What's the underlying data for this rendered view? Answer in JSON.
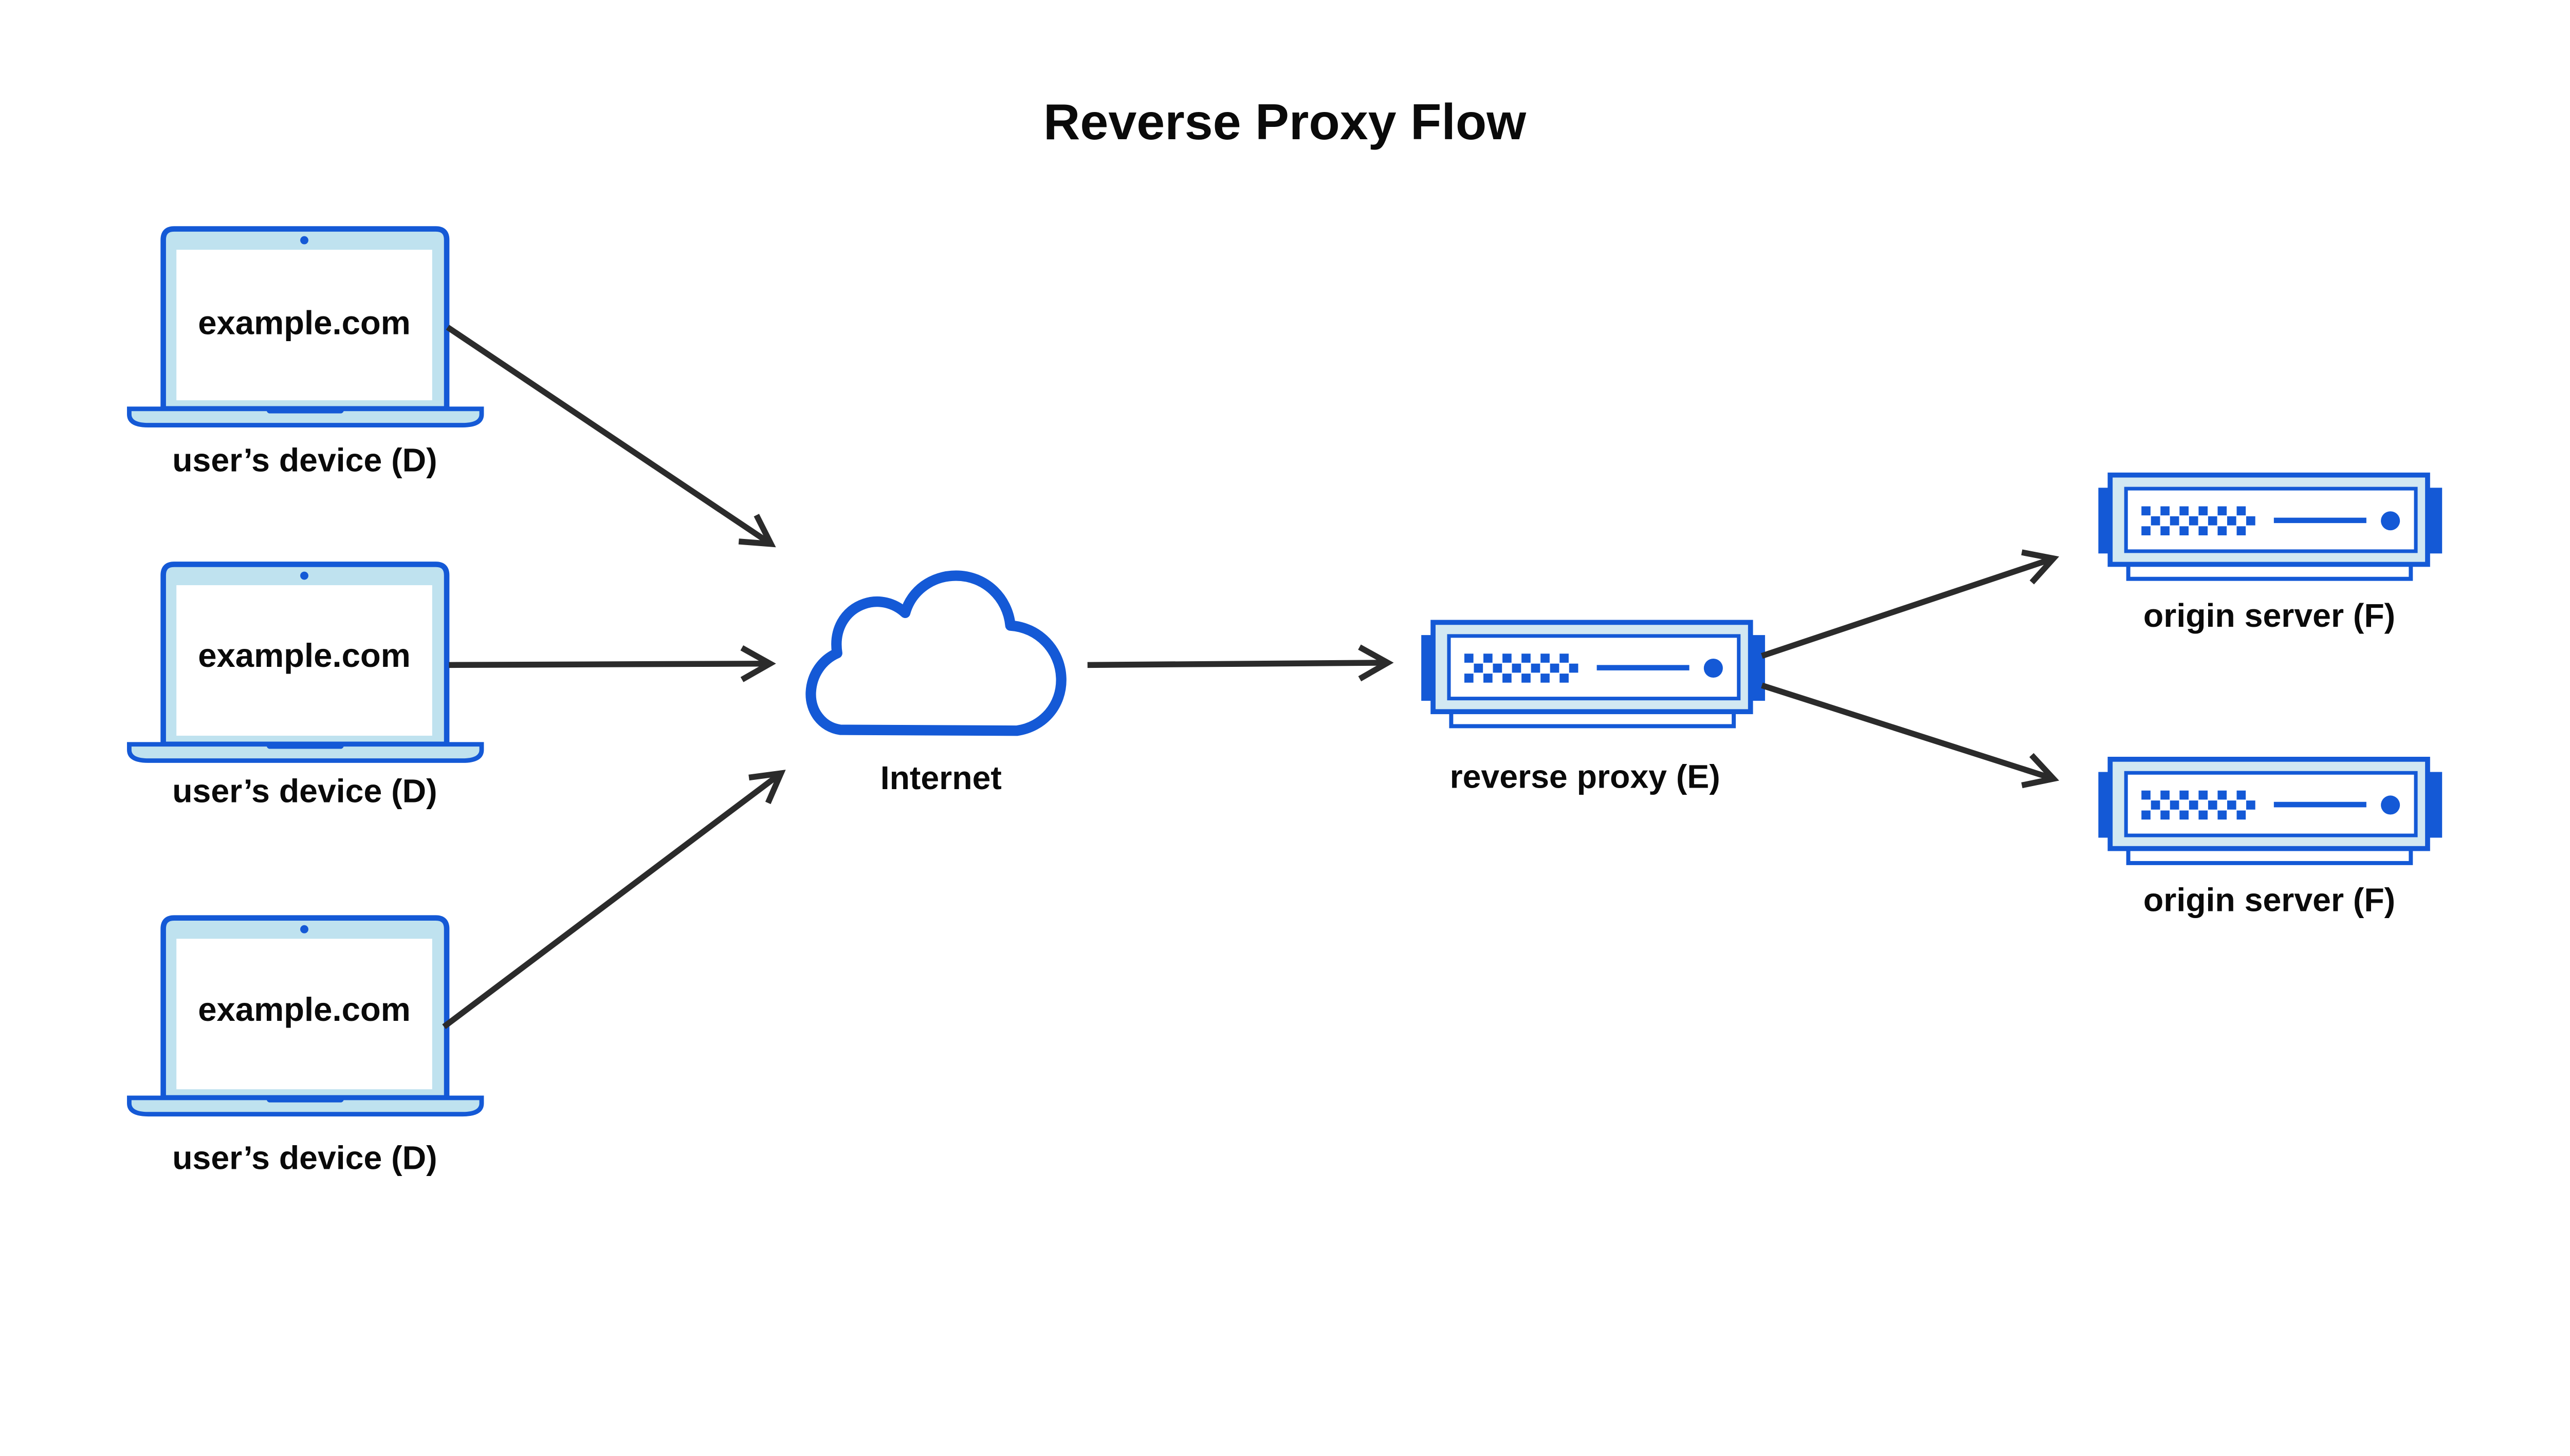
{
  "title": "Reverse Proxy Flow",
  "devices": [
    {
      "screen_text": "example.com",
      "label": "user’s device (D)"
    },
    {
      "screen_text": "example.com",
      "label": "user’s device (D)"
    },
    {
      "screen_text": "example.com",
      "label": "user’s device (D)"
    }
  ],
  "internet": {
    "label": "Internet"
  },
  "reverse_proxy": {
    "label": "reverse proxy (E)"
  },
  "origin_servers": [
    {
      "label": "origin server (F)"
    },
    {
      "label": "origin server (F)"
    }
  ],
  "arrows": [
    {
      "from": "user-device-1",
      "to": "internet"
    },
    {
      "from": "user-device-2",
      "to": "internet"
    },
    {
      "from": "user-device-3",
      "to": "internet"
    },
    {
      "from": "internet",
      "to": "reverse-proxy"
    },
    {
      "from": "reverse-proxy",
      "to": "origin-server-1"
    },
    {
      "from": "reverse-proxy",
      "to": "origin-server-2"
    }
  ],
  "colors": {
    "blue": "#1459d6",
    "laptop_bezel": "#bfe2ef",
    "server_frame": "#d2e8f2",
    "arrow": "#2b2b2b",
    "text": "#0a0a0a",
    "background": "#ffffff"
  }
}
